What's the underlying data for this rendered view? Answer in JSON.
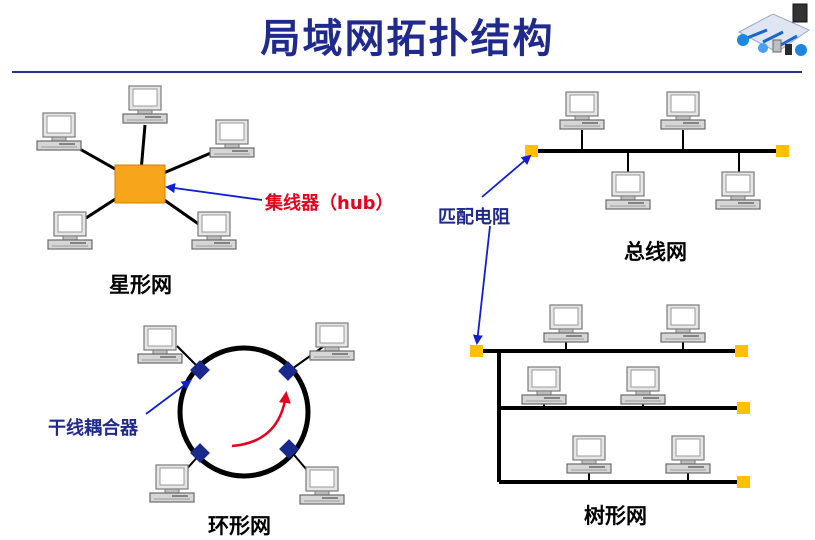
{
  "title": "局域网拓扑结构",
  "labels": {
    "star": "星形网",
    "bus": "总线网",
    "ring": "环形网",
    "tree": "树形网",
    "hub": "集线器（hub）",
    "terminator": "匹配电阻",
    "coupler": "干线耦合器"
  },
  "colors": {
    "title": "#1f2a8c",
    "hub": "#f7a51a",
    "terminator": "#ffc000",
    "coupler": "#1a2a8c",
    "arrow_blue": "#1020d0",
    "arrow_red": "#e8001c"
  },
  "icons": [
    "computer-icon",
    "network-logo-icon"
  ]
}
